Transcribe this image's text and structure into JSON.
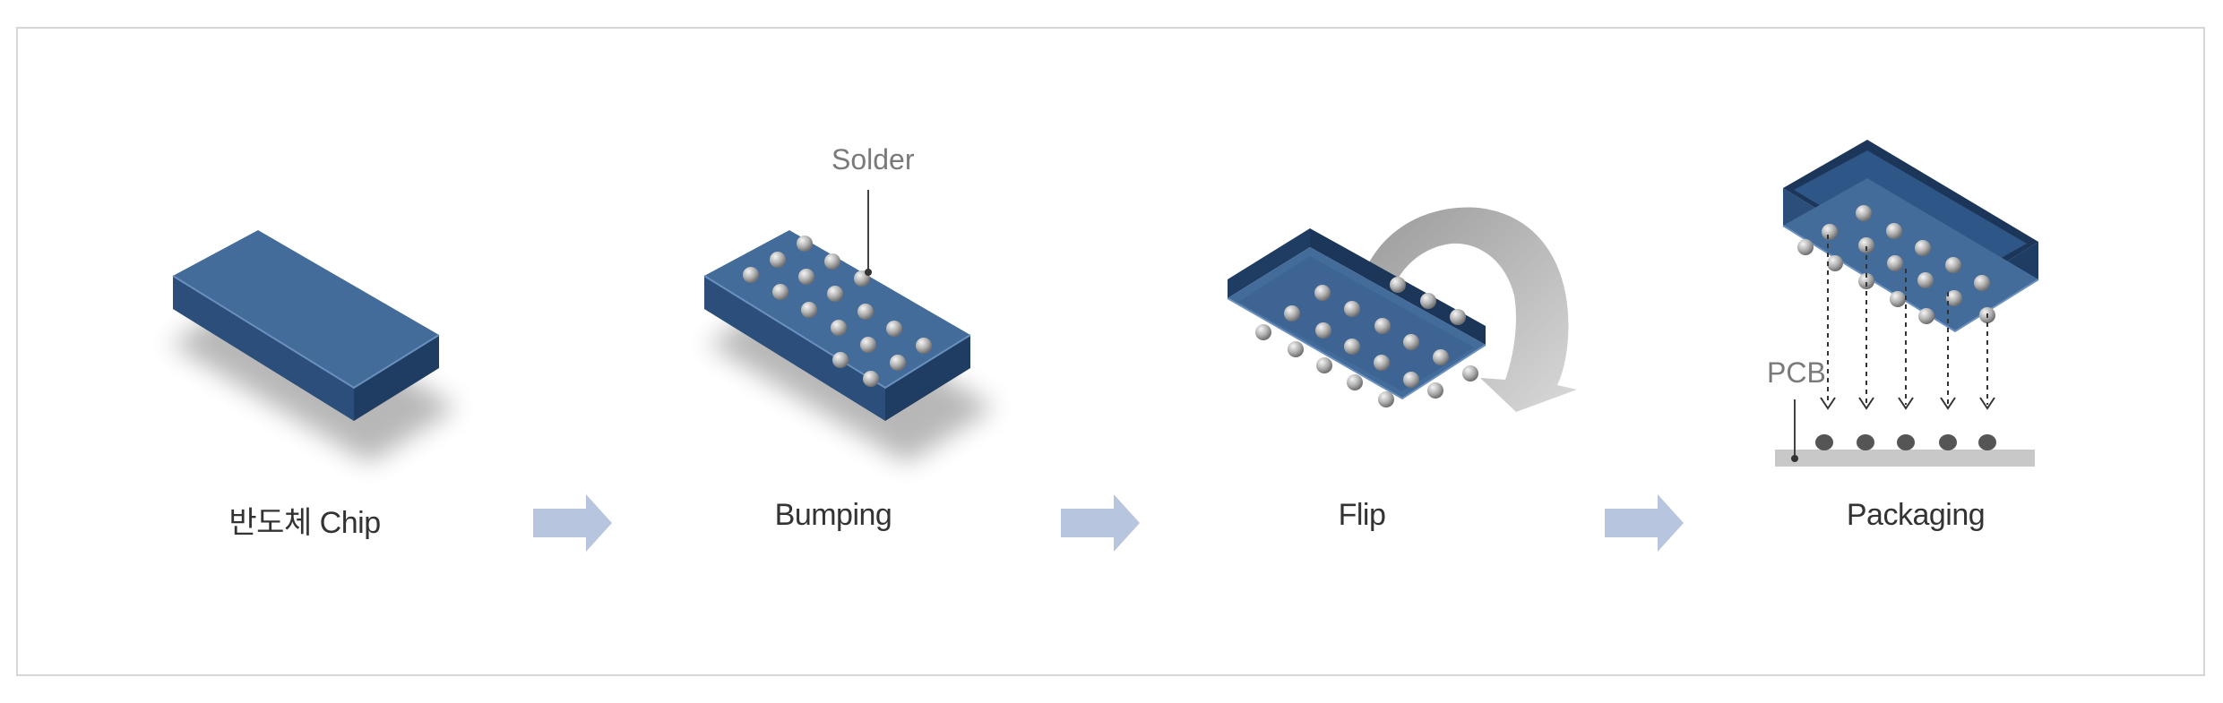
{
  "steps": [
    {
      "label": "반도체 Chip"
    },
    {
      "label": "Bumping"
    },
    {
      "label": "Flip"
    },
    {
      "label": "Packaging"
    }
  ],
  "callouts": {
    "solder": "Solder",
    "pcb": "PCB"
  },
  "colors": {
    "chip_top": "#436c9b",
    "chip_side_left": "#2b4f7a",
    "chip_side_right": "#1f3c62",
    "chip_dark_back": "#1c365a",
    "chip_inset": "#3e6494",
    "ball": "#b3b3b3",
    "arrow": "#b7c5de",
    "flip_arrow": "#bdbdbd",
    "pcb": "#c8c8c8",
    "pcb_ball": "#555555",
    "frame": "#d6d6d6",
    "text": "#333333",
    "callout_text": "#7a7a7a"
  },
  "icons": [
    "step-arrow",
    "flip-rotation-arrow",
    "drop-arrow"
  ]
}
